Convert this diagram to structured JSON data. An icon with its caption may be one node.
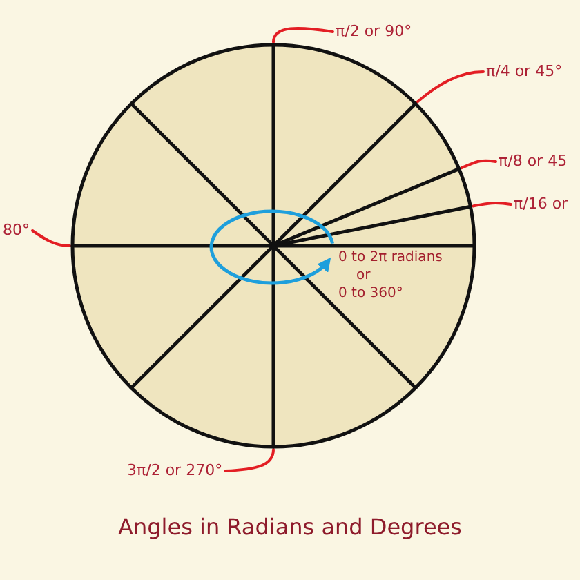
{
  "diagram": {
    "title": "Angles in Radians and Degrees",
    "nodes": [
      {
        "text": [
          "0 to 2π radians",
          "or",
          "0 to 360°"
        ]
      },
      {
        "text": [
          "π/2 or 90°"
        ]
      },
      {
        "text": [
          "π/4 or 45°"
        ]
      },
      {
        "text": [
          "π/8 or 45"
        ]
      },
      {
        "text": [
          "π/16 or"
        ]
      },
      {
        "text": [
          "80°"
        ]
      },
      {
        "text": [
          "3π/2 or 270°"
        ]
      }
    ],
    "edges": [
      {
        "from": 1,
        "to": 0,
        "arrow": "none"
      },
      {
        "from": 2,
        "to": 0,
        "arrow": "none"
      },
      {
        "from": 3,
        "to": 0,
        "arrow": "none"
      },
      {
        "from": 4,
        "to": 0,
        "arrow": "none"
      },
      {
        "from": 5,
        "to": 0,
        "arrow": "none"
      },
      {
        "from": 6,
        "to": 0,
        "arrow": "none"
      }
    ]
  }
}
